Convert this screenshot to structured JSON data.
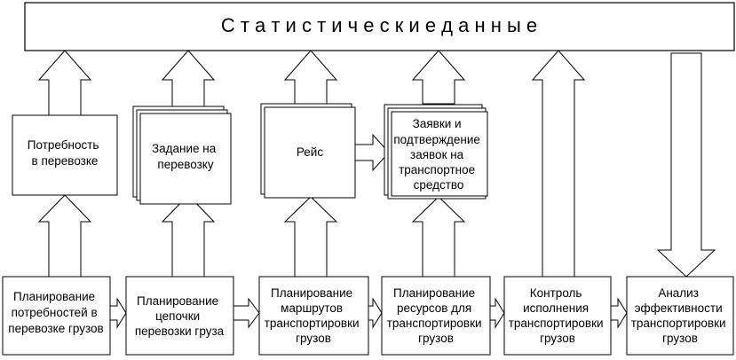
{
  "banner": {
    "title": "С т а т и с т и ч е с к и е   д а н н ы е"
  },
  "middle": {
    "need": {
      "line1": "Потребность",
      "line2": "в перевозке"
    },
    "assignment": {
      "line1": "Задание на",
      "line2": "перевозку"
    },
    "trip": {
      "line1": "Рейс"
    },
    "requests": {
      "line1": "Заявки и",
      "line2": "подтверждение",
      "line3": "заявок на",
      "line4": "транспортное",
      "line5": "средство"
    }
  },
  "bottom": {
    "needs": {
      "line1": "Планирование",
      "line2": "потребностей в",
      "line3": "перевозке грузов"
    },
    "chain": {
      "line1": "Планирование",
      "line2": "цепочки",
      "line3": "перевозки груза"
    },
    "routes": {
      "line1": "Планирование",
      "line2": "маршрутов",
      "line3": "транспортировки",
      "line4": "грузов"
    },
    "resources": {
      "line1": "Планирование",
      "line2": "ресурсов для",
      "line3": "транспортировки",
      "line4": "грузов"
    },
    "control": {
      "line1": "Контроль",
      "line2": "исполнения",
      "line3": "транспортировки",
      "line4": "грузов"
    },
    "analysis": {
      "line1": "Анализ",
      "line2": "эффективности",
      "line3": "транспортировки",
      "line4": "грузов"
    }
  }
}
